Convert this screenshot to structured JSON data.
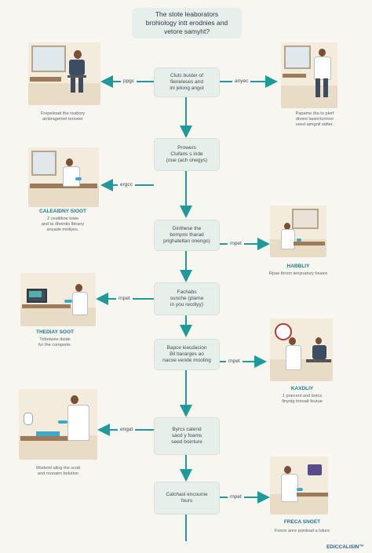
{
  "title": {
    "lines": [
      "The stote leaborators",
      "brohiology intt erodnies and",
      "vetore samyht?"
    ]
  },
  "flow_boxes": [
    {
      "lines": [
        "Clutc buster of",
        "fieneleses and",
        "inl jelong angol"
      ]
    },
    {
      "lines": [
        "Prowers",
        "Clufans s inde",
        "(oue (ach onegys)"
      ]
    },
    {
      "lines": [
        "Dinthese the",
        "bompns tharad",
        "prighateltan onengo)"
      ]
    },
    {
      "lines": [
        "Fachabs",
        "sunche (plame",
        "in you recdiyy)"
      ]
    },
    {
      "lines": [
        "Bapce kiecdacion",
        "Bil bararges ao",
        "nacoe vende mooling"
      ]
    },
    {
      "lines": [
        "Byrcs calend",
        "sacd y foams",
        "seed bointure"
      ]
    },
    {
      "lines": [
        "Calchasl encounie",
        "fours"
      ]
    }
  ],
  "arrow_labels": [
    "ppgc",
    "anyec",
    "ergcc",
    "rnpet",
    "rnpet",
    "rnpet",
    "engat",
    "rnpet"
  ],
  "panels": [
    {
      "title": "",
      "caption": [
        "Frepeiioad the reabory",
        "ambragemet tenoeer"
      ]
    },
    {
      "title": "",
      "caption": [
        "Papame tha to plerf",
        "divent laoerrtorinno",
        "seed aimgnil stdter."
      ]
    },
    {
      "title": "CALEAIDNY SIOOT",
      "caption": [
        "2 cealtitioe towe",
        "and ta dheintis lbirany",
        "anyade mrdiyes."
      ]
    },
    {
      "title": "HABBLIY",
      "caption": [
        "Rpae throm tenynatory fouore"
      ]
    },
    {
      "title": "THEDIAY SOOT",
      "caption": [
        "Tribetwee duide",
        "fur the comporte."
      ]
    },
    {
      "title": "KAXDLIY",
      "caption": [
        "1 pnecent and bntcs",
        "finynig trinoalt feutue"
      ]
    },
    {
      "title": "",
      "caption": [
        "Worleinl aling the scott",
        "and roooaim bolution"
      ]
    },
    {
      "title": "FRECA SNOET",
      "caption": [
        "Fooce anre pordsad a tolure"
      ]
    }
  ],
  "brand": "EDICCALISIN™",
  "colors": {
    "arrow": "#1f9a9a",
    "box": "#e7efea",
    "accent": "#1f7a86"
  }
}
